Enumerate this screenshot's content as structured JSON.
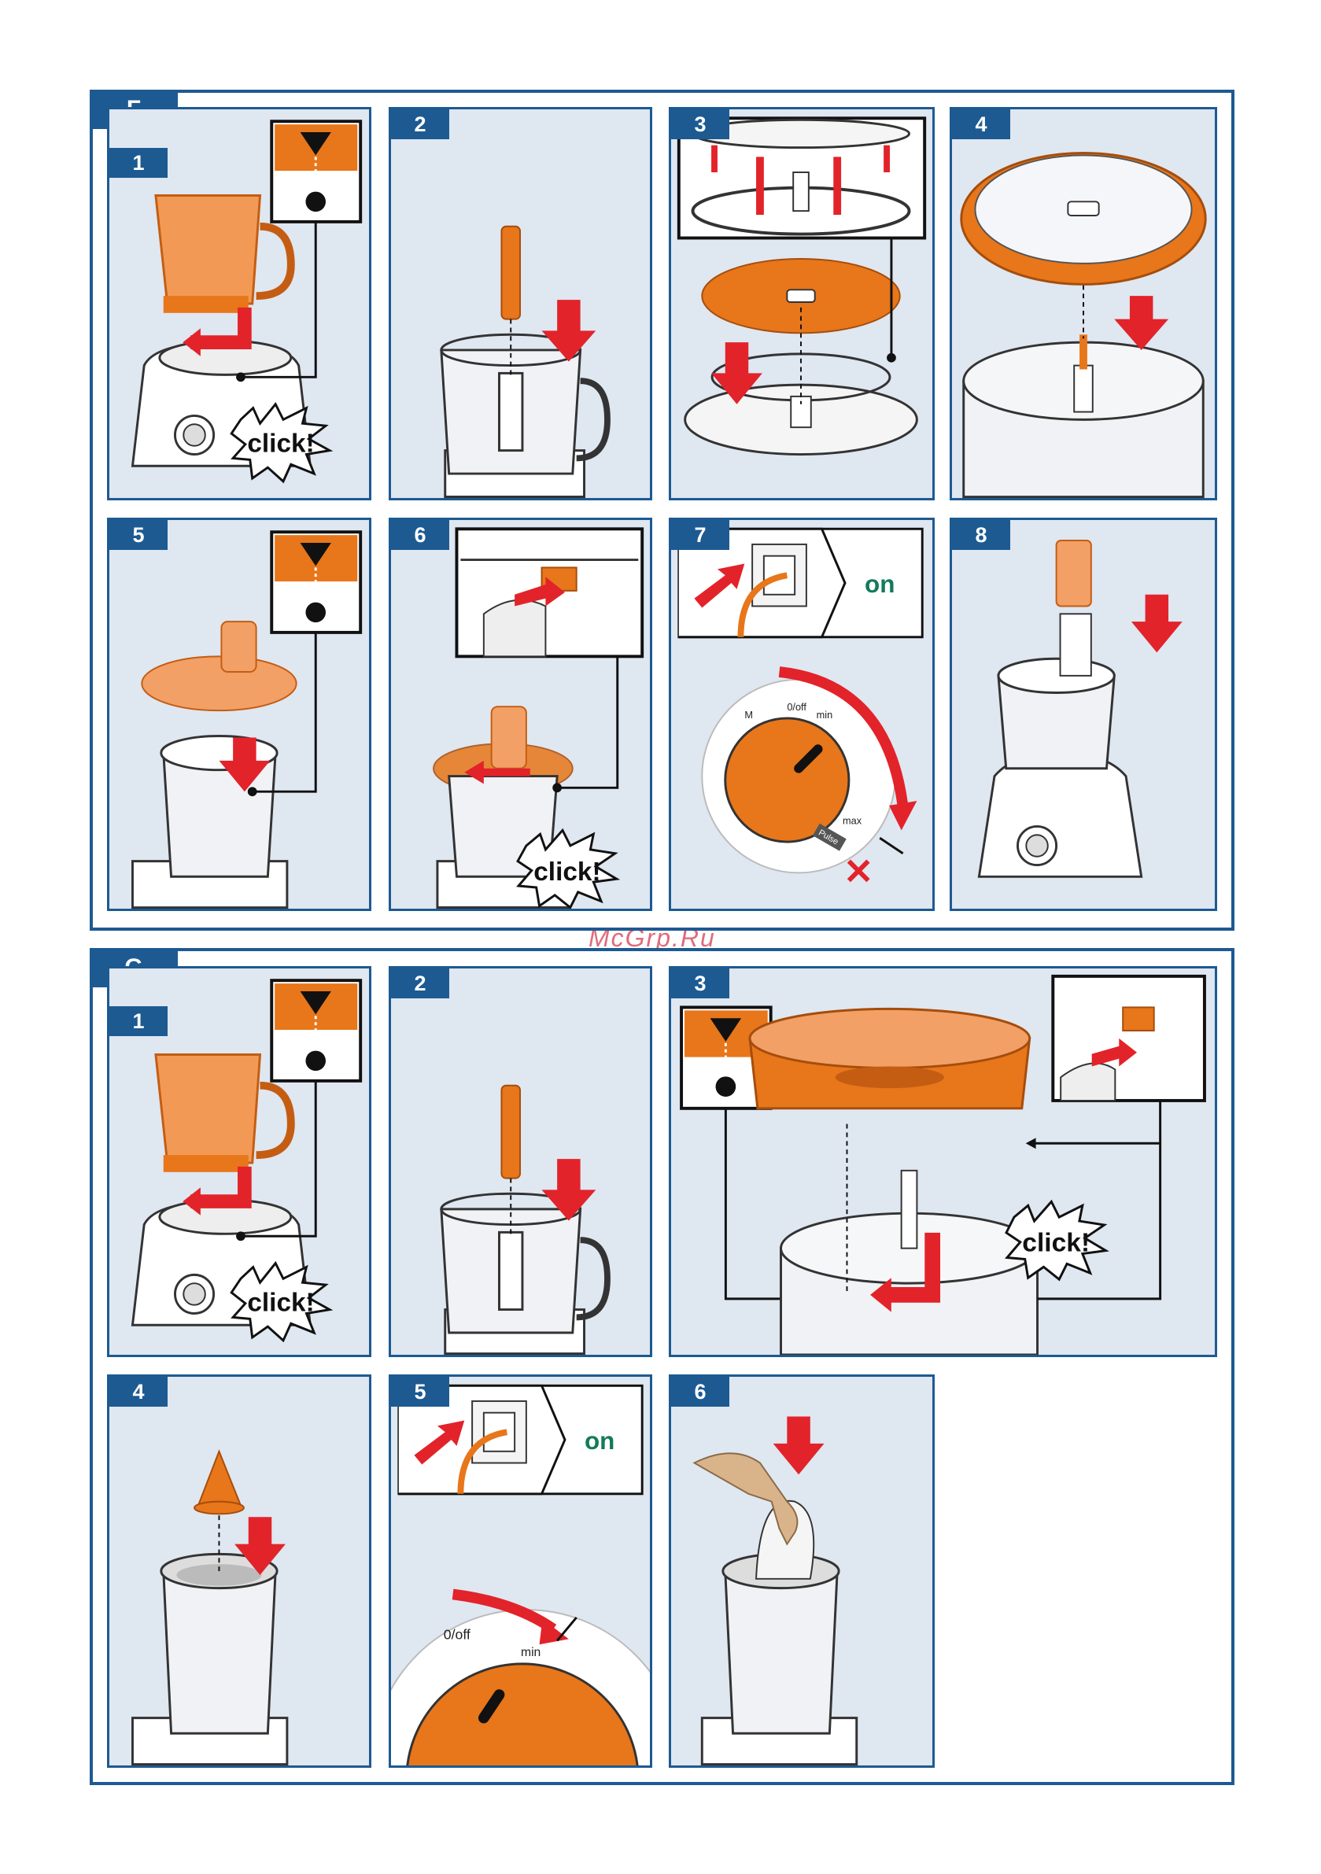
{
  "watermark": "McGrp.Ru",
  "sections": {
    "F": {
      "label": "F",
      "steps": [
        "1",
        "2",
        "3",
        "4",
        "5",
        "6",
        "7",
        "8"
      ],
      "click_text": "click!",
      "on_text": "on",
      "dial": {
        "off": "0/off",
        "min": "min",
        "max": "max",
        "m": "M",
        "pulse": "Pulse"
      }
    },
    "G": {
      "label": "G",
      "steps": [
        "1",
        "2",
        "3",
        "4",
        "5",
        "6"
      ],
      "click_text": "click!",
      "on_text": "on",
      "dial": {
        "off": "0/off",
        "min": "min"
      }
    }
  },
  "colors": {
    "accent": "#1d5a92",
    "orange": "#e8761a",
    "arrow_red": "#e2232a",
    "panel_bg": "#dfe7f1"
  }
}
